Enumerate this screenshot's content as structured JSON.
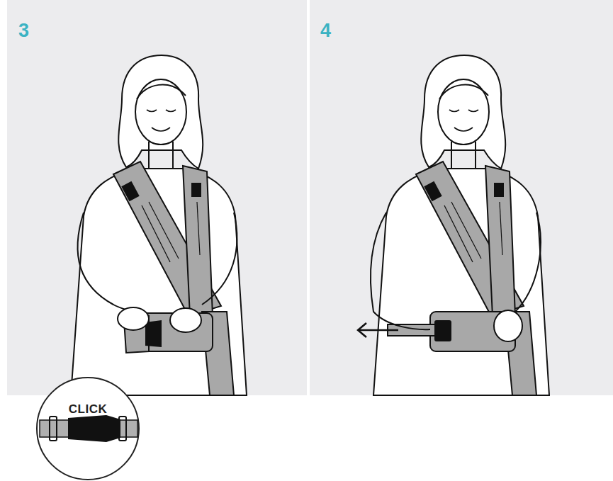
{
  "diagram": {
    "labels": [
      "3",
      "4",
      "CLICK"
    ]
  }
}
